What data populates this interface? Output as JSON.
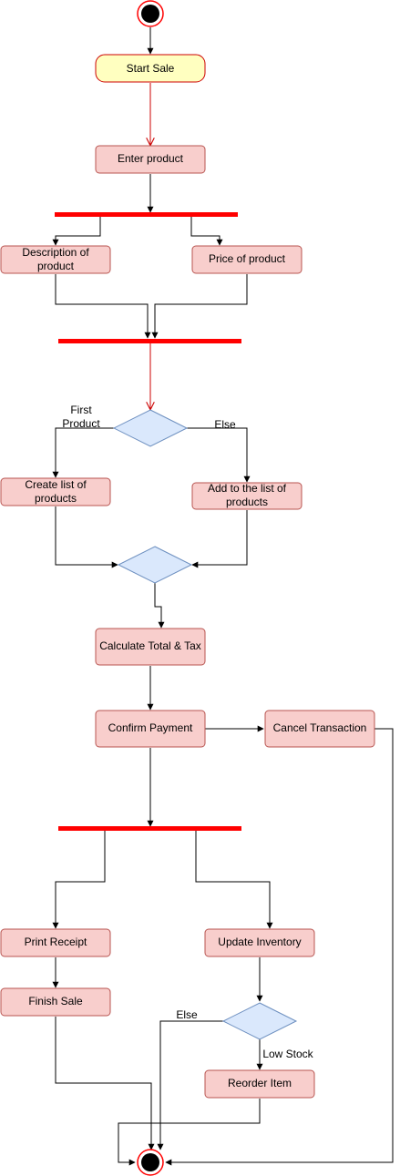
{
  "nodes": {
    "start_sale": "Start Sale",
    "enter_product": "Enter product",
    "description_line1": "Description of",
    "description_line2": "product",
    "price_of_product": "Price of product",
    "create_list_line1": "Create list of",
    "create_list_line2": "products",
    "add_to_list_line1": "Add to the list of",
    "add_to_list_line2": "products",
    "calculate_total_tax": "Calculate Total & Tax",
    "confirm_payment": "Confirm Payment",
    "cancel_transaction": "Cancel Transaction",
    "print_receipt": "Print Receipt",
    "update_inventory": "Update Inventory",
    "finish_sale": "Finish Sale",
    "reorder_item": "Reorder Item"
  },
  "edge_labels": {
    "first_product_line1": "First",
    "first_product_line2": "Product",
    "else_top": "Else",
    "else_bottom": "Else",
    "low_stock": "Low Stock"
  },
  "colors": {
    "action_fill": "#f8cecc",
    "action_stroke": "#b85450",
    "start_fill": "#ffffc0",
    "decision_fill": "#dae8fc",
    "sync_bar": "#ff0000"
  }
}
